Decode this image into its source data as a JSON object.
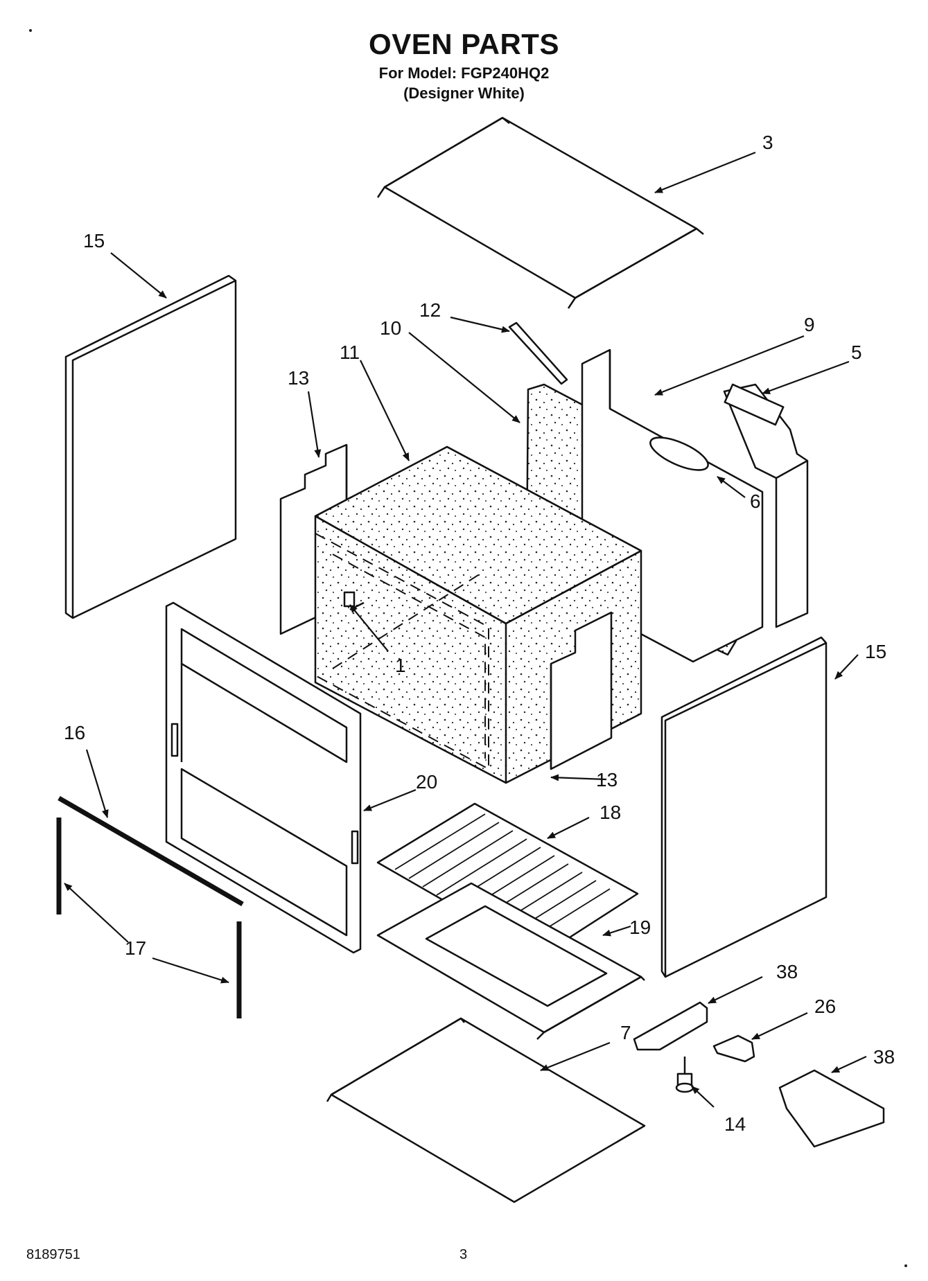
{
  "header": {
    "title": "OVEN PARTS",
    "model_line": "For Model: FGP240HQ2",
    "color_line": "(Designer White)"
  },
  "footer": {
    "document_number": "8189751",
    "page_number": "3"
  },
  "callouts": [
    "3",
    "15",
    "12",
    "10",
    "9",
    "5",
    "11",
    "13",
    "6",
    "1",
    "15",
    "16",
    "20",
    "13",
    "18",
    "19",
    "17",
    "38",
    "26",
    "7",
    "38",
    "14"
  ]
}
